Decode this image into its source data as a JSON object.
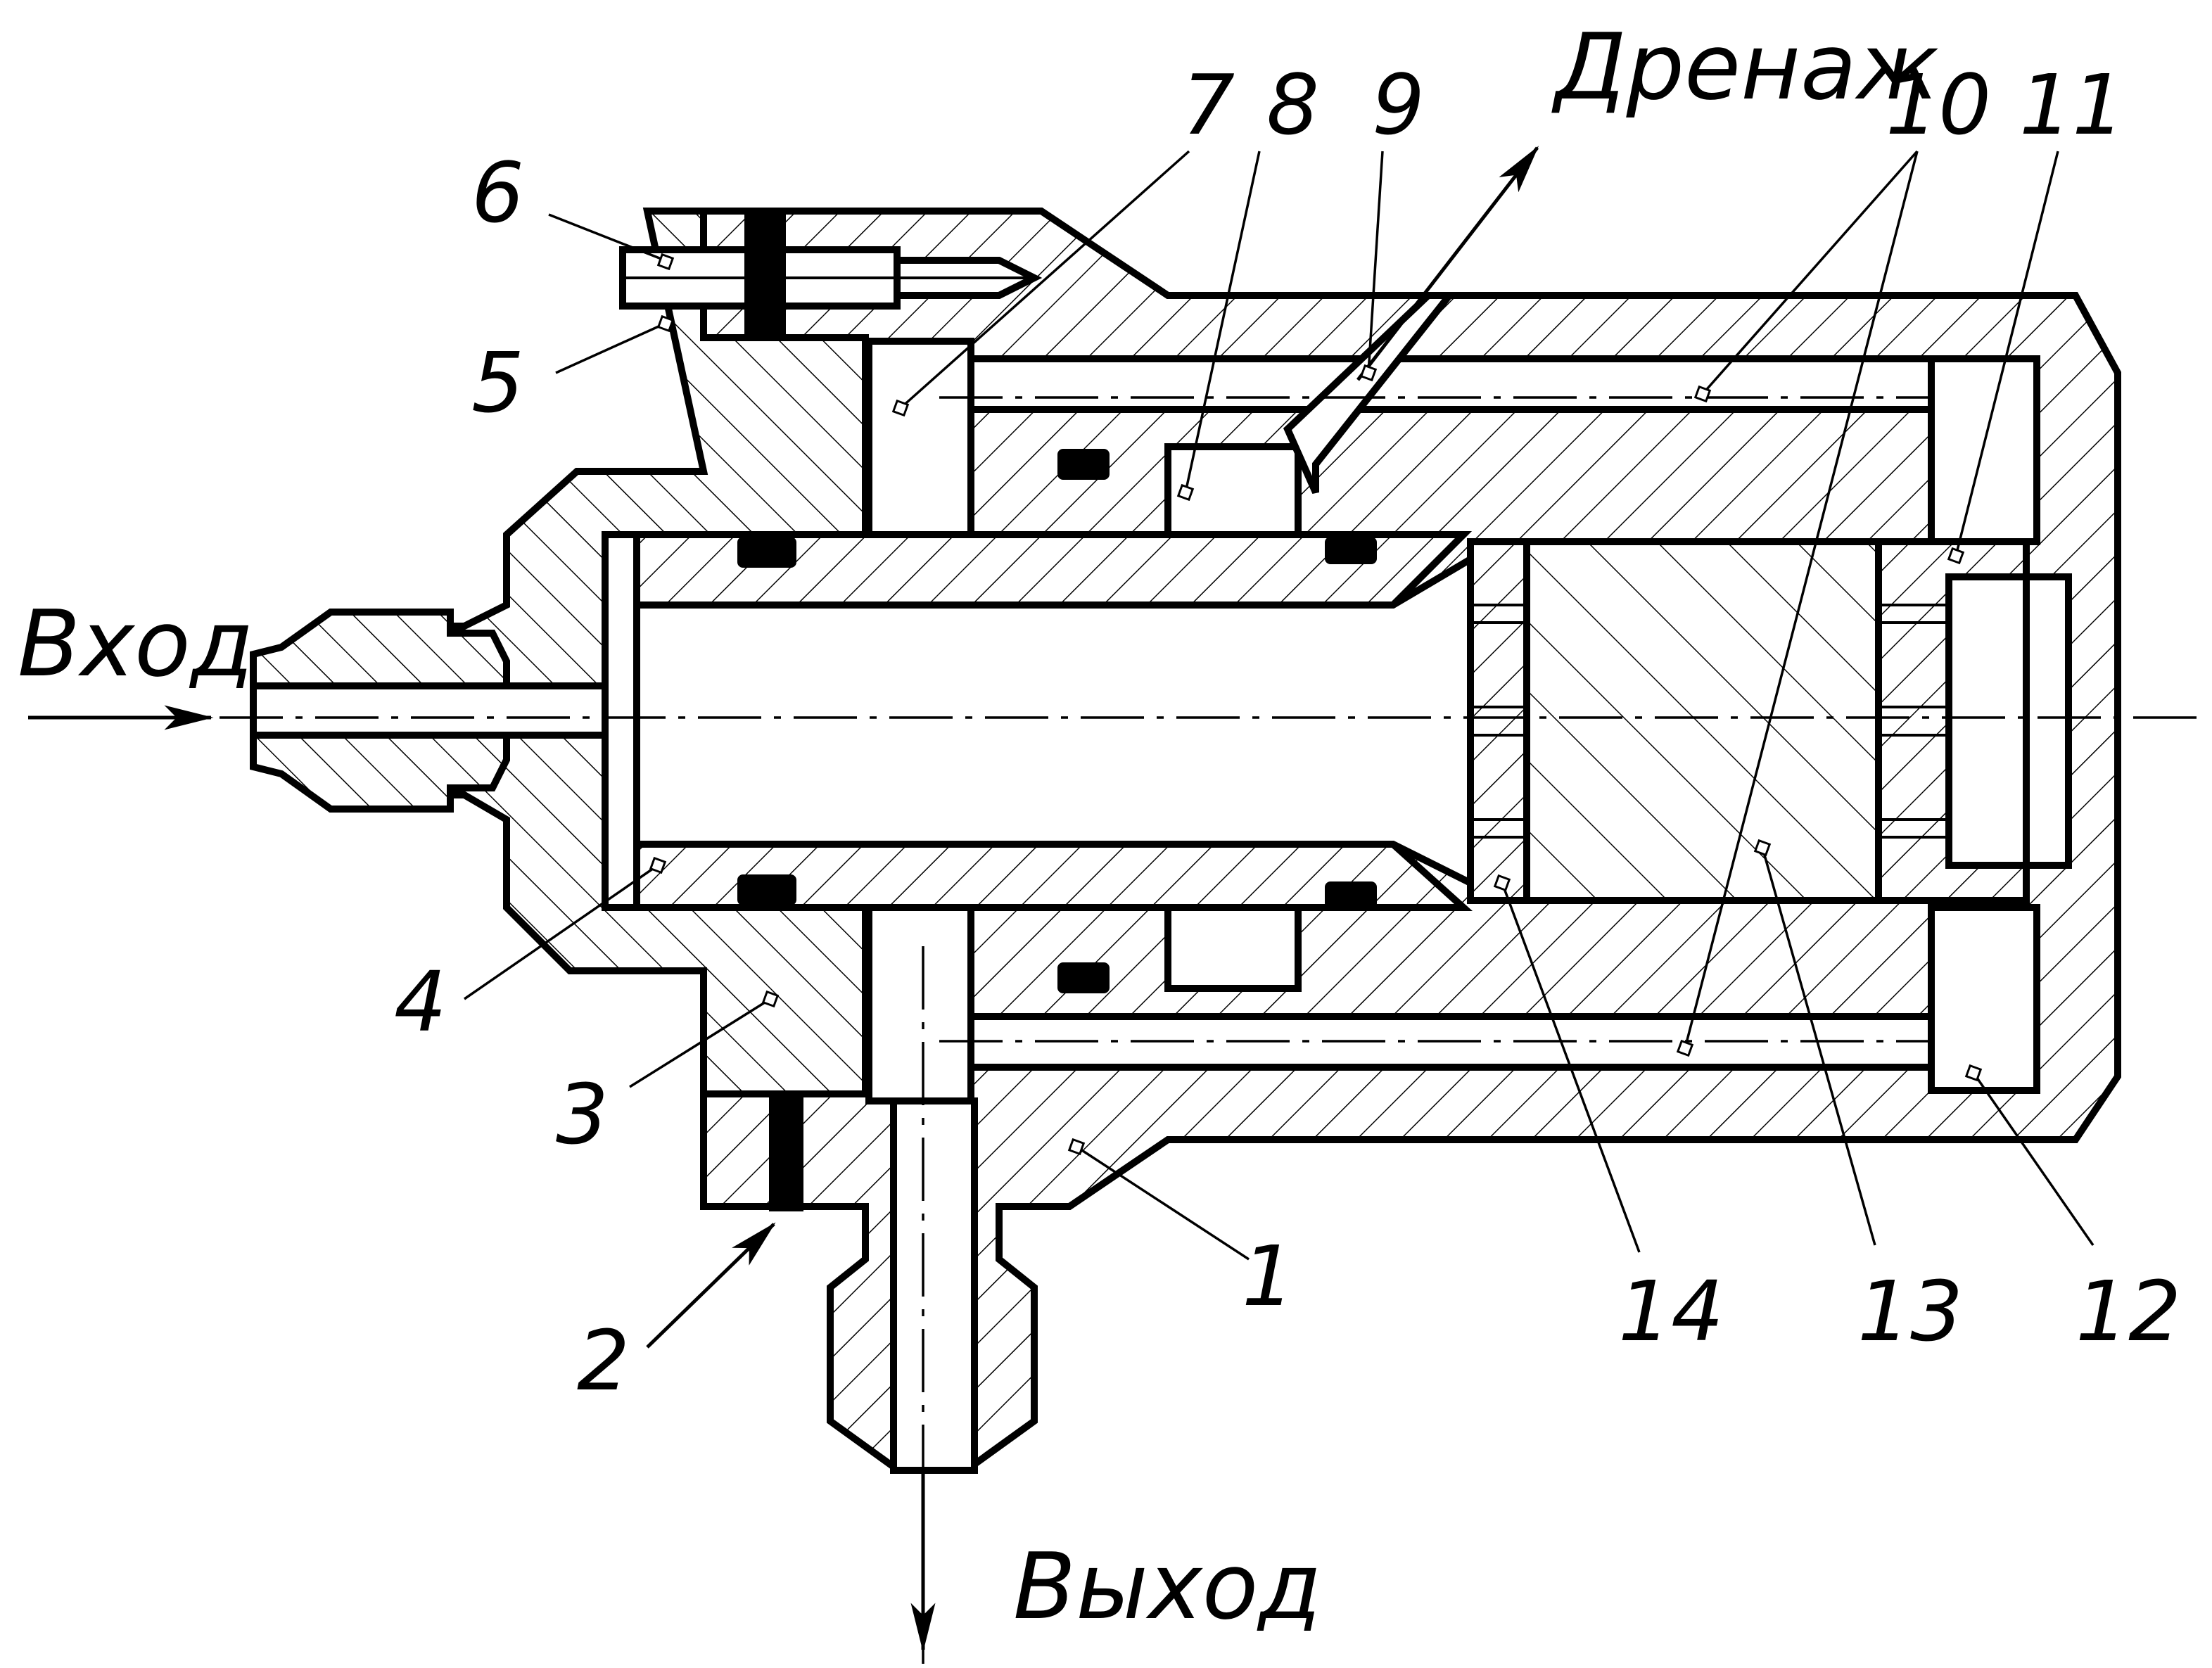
{
  "flow_labels": {
    "inlet": "Вход",
    "outlet": "Выход",
    "drain": "Дренаж"
  },
  "part_numbers": [
    "1",
    "2",
    "3",
    "4",
    "5",
    "6",
    "7",
    "8",
    "9",
    "10",
    "11",
    "12",
    "13",
    "14"
  ]
}
